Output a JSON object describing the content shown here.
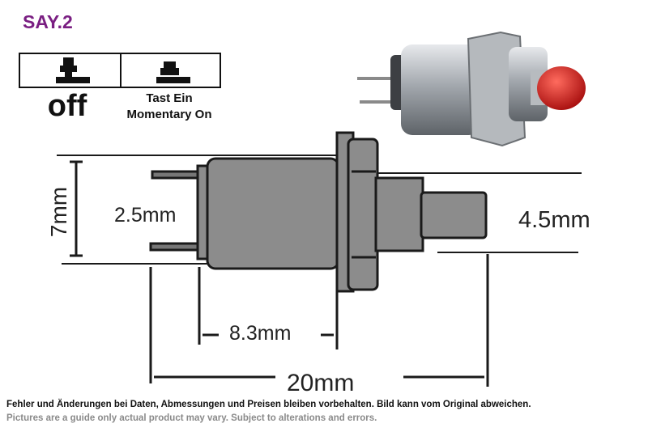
{
  "header": {
    "model_code": "SAY.2"
  },
  "switch_states": {
    "off_label": "off",
    "momentary_line1": "Tast Ein",
    "momentary_line2": "Momentary On"
  },
  "dimensions": {
    "height_total": "7mm",
    "terminal_spacing": "2.5mm",
    "button_diameter": "4.5mm",
    "body_length": "8.3mm",
    "total_length": "20mm"
  },
  "photo": {
    "button_color": "#d41818",
    "body_color": "#a9adb2"
  },
  "drawing_colors": {
    "line": "#1a1a1a",
    "body_fill": "#8c8c8c"
  },
  "footer": {
    "german": "Fehler und Änderungen bei Daten, Abmessungen und Preisen bleiben vorbehalten. Bild kann vom Original abweichen.",
    "english": "Pictures are a guide only actual product may vary. Subject to alterations and errors."
  }
}
